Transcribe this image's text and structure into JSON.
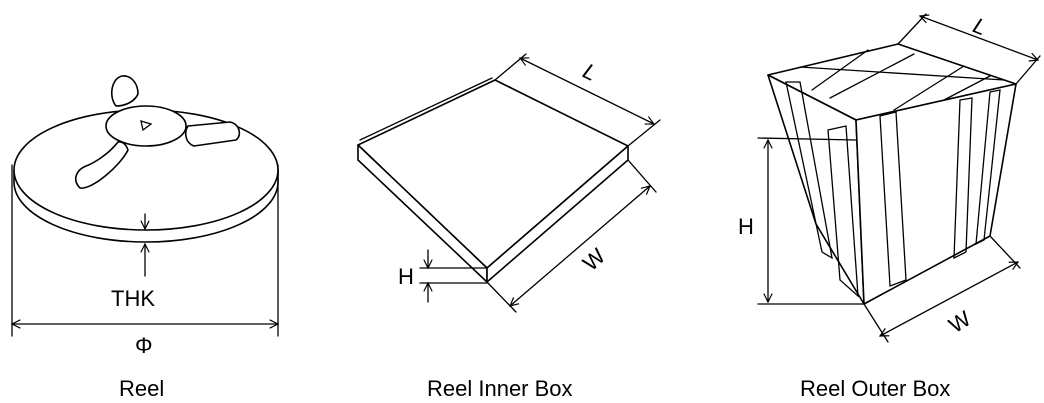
{
  "reel": {
    "caption": "Reel",
    "thickness_label": "THK",
    "diameter_label": "Φ"
  },
  "inner_box": {
    "caption": "Reel Inner Box",
    "length_label": "L",
    "width_label": "W",
    "height_label": "H"
  },
  "outer_box": {
    "caption": "Reel Outer Box",
    "length_label": "L",
    "width_label": "W",
    "height_label": "H"
  }
}
